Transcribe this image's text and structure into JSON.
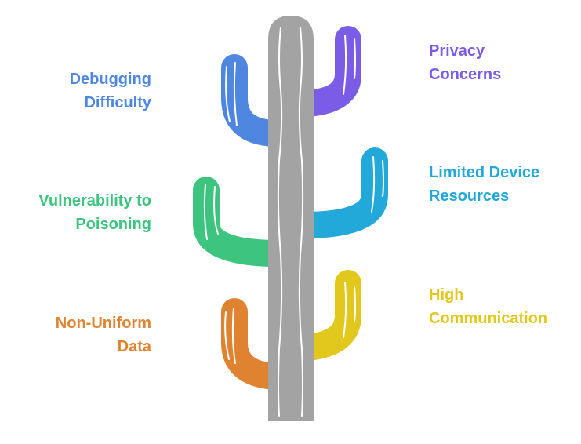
{
  "colors": {
    "trunk": "#a3a3a3",
    "debugging": "#4f86e0",
    "privacy": "#7b5ce6",
    "poisoning": "#3dc47e",
    "resources": "#22a9d9",
    "nonuniform": "#e08330",
    "communication": "#e2c81c"
  },
  "labels": {
    "debugging": [
      "Debugging",
      "Difficulty"
    ],
    "privacy": [
      "Privacy",
      "Concerns"
    ],
    "poisoning": [
      "Vulnerability to",
      "Poisoning"
    ],
    "resources": [
      "Limited Device",
      "Resources"
    ],
    "nonuniform": [
      "Non-Uniform",
      "Data"
    ],
    "communication": [
      "High",
      "Communication"
    ]
  }
}
